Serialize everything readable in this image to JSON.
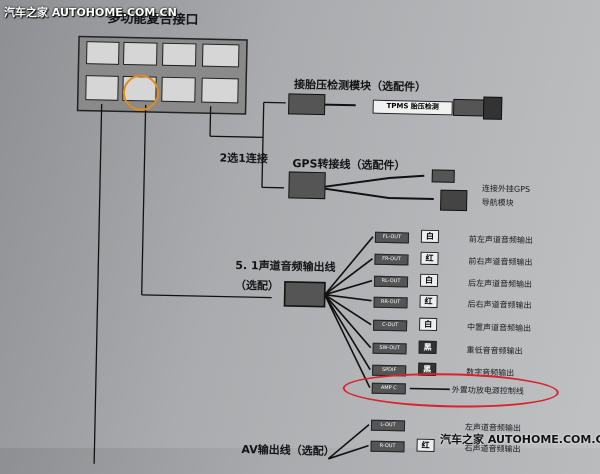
{
  "watermark_top": "汽车之家 AUTOHOME.COM.CN",
  "watermark_bottom": "汽车之家 AUTOHOME.COM.CN",
  "title": "多功能复合接口",
  "tpms_module": "接胎压检测模块（选配件）",
  "tpms_chip": "TPMS 胎压检测",
  "select_note": "2选1连接",
  "gps_title": "GPS转接线（选配件）",
  "gps_line1": "连接外挂GPS",
  "gps_line2": "导航模块",
  "audio_title": "5. 1声道音频输出线",
  "audio_sub": "（选配）",
  "av_title": "AV输出线（选配）",
  "outputs": [
    {
      "tag": "FL-OUT",
      "chip": "白",
      "label": "前左声道音频输出"
    },
    {
      "tag": "FR-OUT",
      "chip": "红",
      "label": "前右声道音频输出"
    },
    {
      "tag": "RL-OUT",
      "chip": "白",
      "label": "后左声道音频输出"
    },
    {
      "tag": "RR-OUT",
      "chip": "红",
      "label": "后右声道音频输出"
    },
    {
      "tag": "C-OUT",
      "chip": "白",
      "label": "中置声道音频输出"
    },
    {
      "tag": "SW-OUT",
      "chip": "黑",
      "label": "重低音音频输出"
    },
    {
      "tag": "SPDIF",
      "chip": "黑",
      "label": "数字音频输出"
    },
    {
      "tag": "AMP C",
      "chip": "",
      "label": "外置功放电源控制线"
    }
  ],
  "av_outputs": [
    {
      "tag": "L-OUT",
      "chip": "",
      "label": "左声道音频输出"
    },
    {
      "tag": "R-OUT",
      "chip": "红",
      "label": "右声道音频输出"
    }
  ],
  "colors": {
    "highlight_red": "#d8232a",
    "highlight_orange": "#e38b1b",
    "ink": "#141414",
    "paper": "#b5b7ba"
  }
}
